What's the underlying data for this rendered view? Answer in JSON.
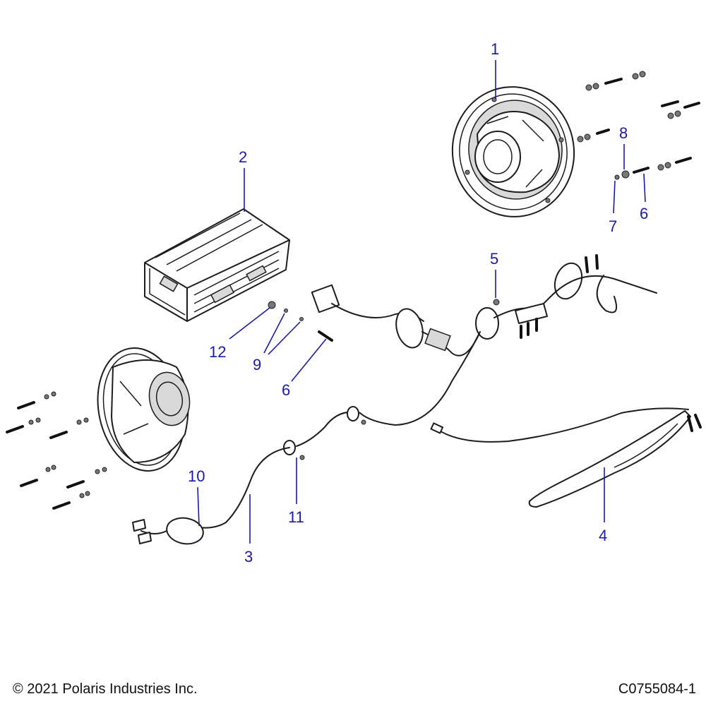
{
  "callouts": {
    "c1": "1",
    "c2": "2",
    "c3": "3",
    "c4": "4",
    "c5": "5",
    "c6a": "6",
    "c6b": "6",
    "c7": "7",
    "c8": "8",
    "c9": "9",
    "c10": "10",
    "c11": "11",
    "c12": "12"
  },
  "footer": {
    "copyright": "© 2021 Polaris Industries Inc.",
    "figure_id": "C0755084-1"
  },
  "colors": {
    "callout": "#1a1aa6",
    "line_art": "#1c1c1c"
  }
}
